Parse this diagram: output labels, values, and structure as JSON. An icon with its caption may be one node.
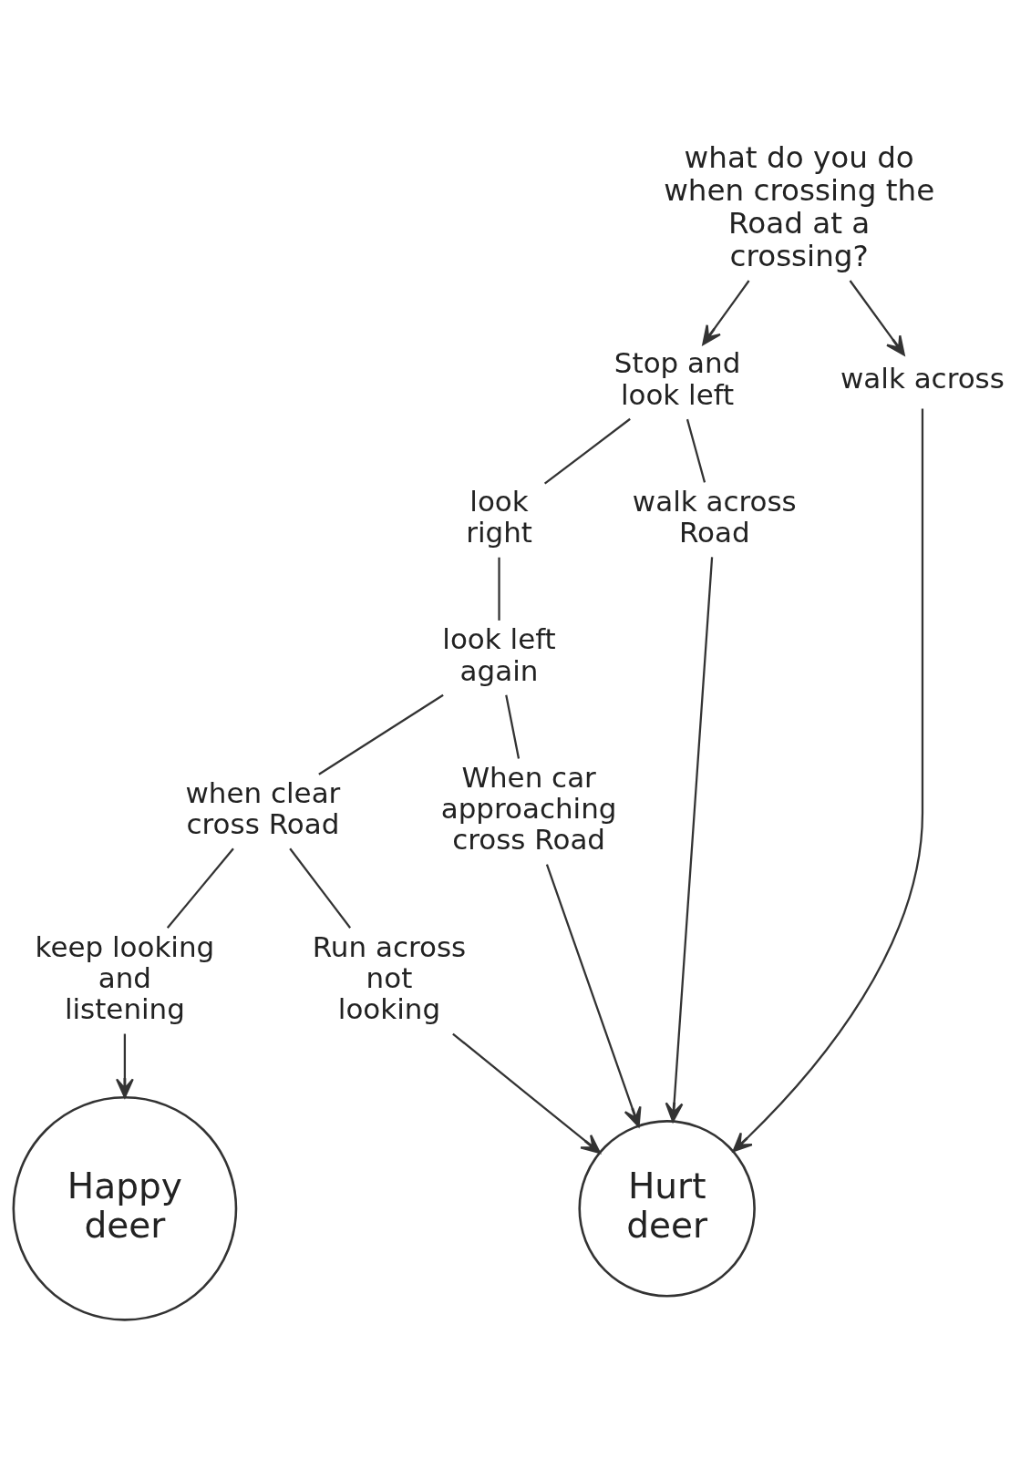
{
  "diagram": {
    "nodes": [
      {
        "text": [
          "what do you do when crossing the Road at a crossing?"
        ]
      },
      {
        "text": [
          "Stop and look left"
        ]
      },
      {
        "text": [
          "walk across"
        ]
      },
      {
        "text": [
          "look right"
        ]
      },
      {
        "text": [
          "walk across Road"
        ]
      },
      {
        "text": [
          "look left again"
        ]
      },
      {
        "text": [
          "when clear cross Road"
        ]
      },
      {
        "text": [
          "When car approaching cross Road"
        ]
      },
      {
        "text": [
          "keep looking and listening"
        ]
      },
      {
        "text": [
          "Run across not looking"
        ]
      },
      {
        "text": [
          "Happy deer"
        ]
      },
      {
        "text": [
          "Hurt deer"
        ]
      }
    ],
    "edges": [
      {
        "from": 0,
        "to": 1,
        "arrow": "to"
      },
      {
        "from": 0,
        "to": 2,
        "arrow": "to"
      },
      {
        "from": 1,
        "to": 3,
        "arrow": "none"
      },
      {
        "from": 1,
        "to": 4,
        "arrow": "none"
      },
      {
        "from": 3,
        "to": 5,
        "arrow": "none"
      },
      {
        "from": 5,
        "to": 6,
        "arrow": "none"
      },
      {
        "from": 5,
        "to": 7,
        "arrow": "none"
      },
      {
        "from": 6,
        "to": 8,
        "arrow": "none"
      },
      {
        "from": 6,
        "to": 9,
        "arrow": "none"
      },
      {
        "from": 8,
        "to": 10,
        "arrow": "to"
      },
      {
        "from": 9,
        "to": 11,
        "arrow": "to"
      },
      {
        "from": 7,
        "to": 11,
        "arrow": "to"
      },
      {
        "from": 4,
        "to": 11,
        "arrow": "to"
      },
      {
        "from": 2,
        "to": 11,
        "arrow": "to"
      }
    ]
  }
}
